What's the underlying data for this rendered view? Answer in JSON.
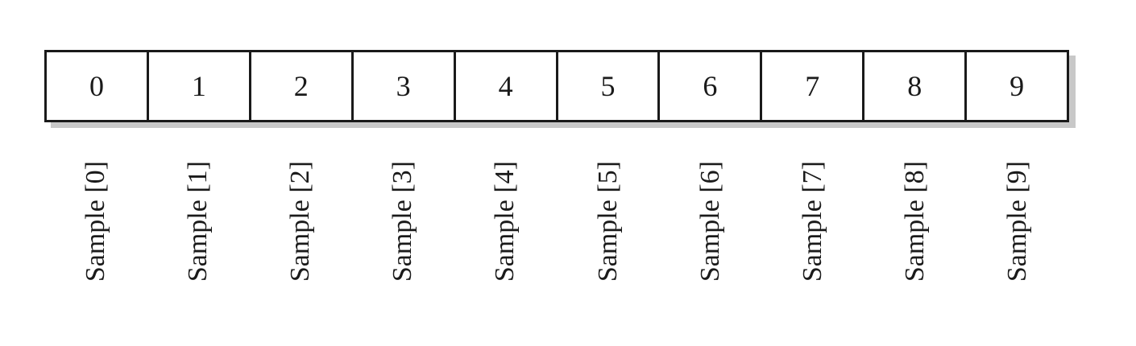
{
  "cells": [
    "0",
    "1",
    "2",
    "3",
    "4",
    "5",
    "6",
    "7",
    "8",
    "9"
  ],
  "labels": [
    "Sample [0]",
    "Sample [1]",
    "Sample [2]",
    "Sample [3]",
    "Sample [4]",
    "Sample [5]",
    "Sample [6]",
    "Sample [7]",
    "Sample [8]",
    "Sample [9]"
  ]
}
